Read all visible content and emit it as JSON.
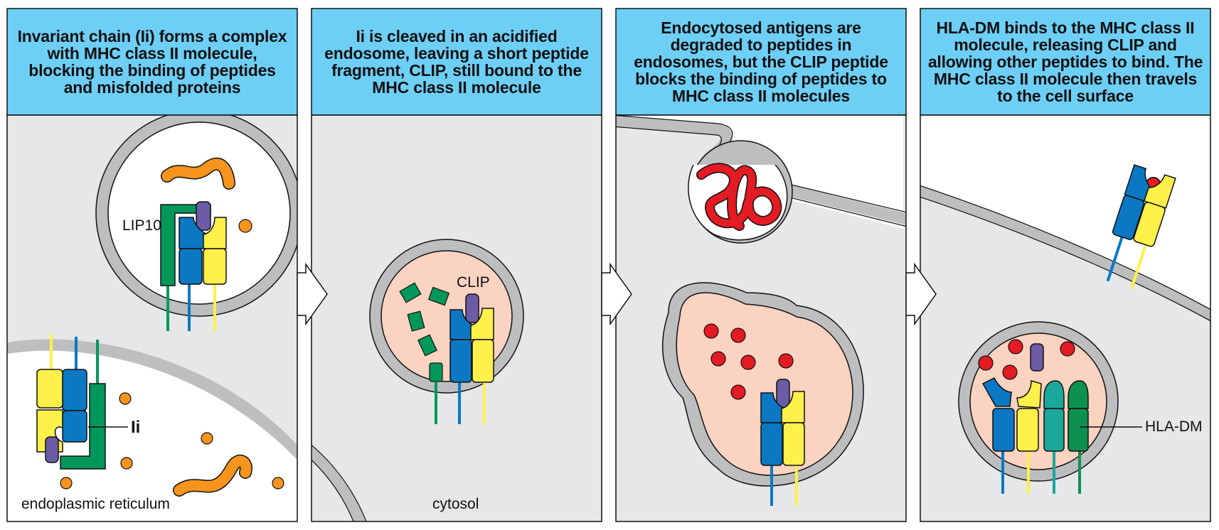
{
  "panels": [
    {
      "caption": "Invariant chain (Ii) forms a complex with MHC class II molecule, blocking the binding of peptides and misfolded proteins"
    },
    {
      "caption": "Ii is cleaved in an acidified endosome, leaving a short peptide fragment, CLIP, still bound to the MHC class II molecule"
    },
    {
      "caption": "Endocytosed antigens are degraded to peptides in endosomes, but the CLIP peptide blocks the binding of peptides to MHC class II molecules"
    },
    {
      "caption": "HLA-DM binds to the MHC class II molecule, releasing CLIP and allowing other peptides to bind. The MHC class II molecule then travels to the cell surface"
    }
  ],
  "labels": {
    "lip10": "LIP10",
    "ii": "Ii",
    "er": "endoplasmic reticulum",
    "cytosol": "cytosol",
    "clip": "CLIP",
    "hla_dm": "HLA-DM"
  },
  "colors": {
    "header_bg": "#6ecff6",
    "cytosol_bg": "#e6e7e8",
    "membrane": "#bcbec0",
    "endosome_fill": "#fbd3c1",
    "alpha_chain": "#0a78c2",
    "beta_chain": "#fff04a",
    "invariant_chain": "#00985a",
    "clip": "#6b5ca5",
    "peptide": "#e31b23",
    "misfolded_protein": "#f7941d",
    "hla_dm_alpha": "#1aa89a",
    "hla_dm_beta": "#0d9150"
  }
}
